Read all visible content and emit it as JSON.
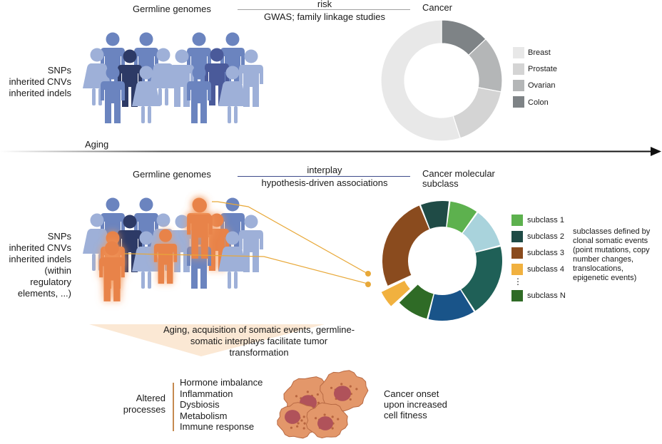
{
  "top": {
    "germline_title": "Germline genomes",
    "relation_top": "risk",
    "relation_bottom": "GWAS; family linkage studies",
    "cancer_title": "Cancer",
    "variants": [
      "SNPs",
      "inherited CNVs",
      "inherited indels"
    ],
    "legend": [
      {
        "label": "Breast",
        "color": "#e8e8e8"
      },
      {
        "label": "Prostate",
        "color": "#d4d4d4"
      },
      {
        "label": "Ovarian",
        "color": "#b4b6b7"
      },
      {
        "label": "Colon",
        "color": "#7e8386"
      }
    ],
    "pie_shares": [
      0.55,
      0.17,
      0.15,
      0.13
    ]
  },
  "aging_label": "Aging",
  "bottom": {
    "germline_title": "Germline genomes",
    "relation_top": "interplay",
    "relation_bottom": "hypothesis-driven associations",
    "cancer_title": [
      "Cancer molecular",
      "subclass"
    ],
    "variants": [
      "SNPs",
      "inherited CNVs",
      "inherited indels",
      "(within",
      "regulatory",
      "elements, ...)"
    ],
    "legend": [
      {
        "label": "subclass 1",
        "color": "#5db14e"
      },
      {
        "label": "subclass 2",
        "color": "#1f4b46"
      },
      {
        "label": "subclass 3",
        "color": "#8a4b1e"
      },
      {
        "label": "subclass 4",
        "color": "#f1b13f"
      },
      {
        "label": "subclass N",
        "color": "#2f6b26"
      }
    ],
    "legend_ellipsis": "⋮",
    "subclass_note": [
      "subclasses defined by",
      "clonal somatic events",
      "(point mutations, copy",
      "number changes,",
      "translocations,",
      "epigenetic events)"
    ],
    "donut_segments": [
      {
        "color": "#1f4b46",
        "share": 0.08
      },
      {
        "color": "#5db14e",
        "share": 0.08
      },
      {
        "color": "#a9d3dc",
        "share": 0.11
      },
      {
        "color": "#1f6057",
        "share": 0.2
      },
      {
        "color": "#195489",
        "share": 0.13
      },
      {
        "color": "#2f6b26",
        "share": 0.09
      },
      {
        "color": "#f1b13f",
        "share": 0.05
      },
      {
        "color": "#8a4b1e",
        "share": 0.26
      }
    ]
  },
  "banner": [
    "Aging, acquisition of somatic events, germline-",
    "somatic interplays facilitate tumor",
    "transformation"
  ],
  "altered": {
    "label": [
      "Altered",
      "processes"
    ],
    "items": [
      "Hormone imbalance",
      "Inflammation",
      "Dysbiosis",
      "Metabolism",
      "Immune response"
    ]
  },
  "cancer_onset": [
    "Cancer onset",
    "upon increased",
    "cell fitness"
  ],
  "colors": {
    "person_light": "#9eb0d8",
    "person_mid": "#6b84bf",
    "person_dark": "#4a5a9a",
    "person_navy": "#2d3a66",
    "highlight": "#e8834a",
    "banner": "#fbe8d4",
    "connector": "#e8a838",
    "cell_fill": "#e3976a",
    "nucleus": "#b0525a"
  }
}
